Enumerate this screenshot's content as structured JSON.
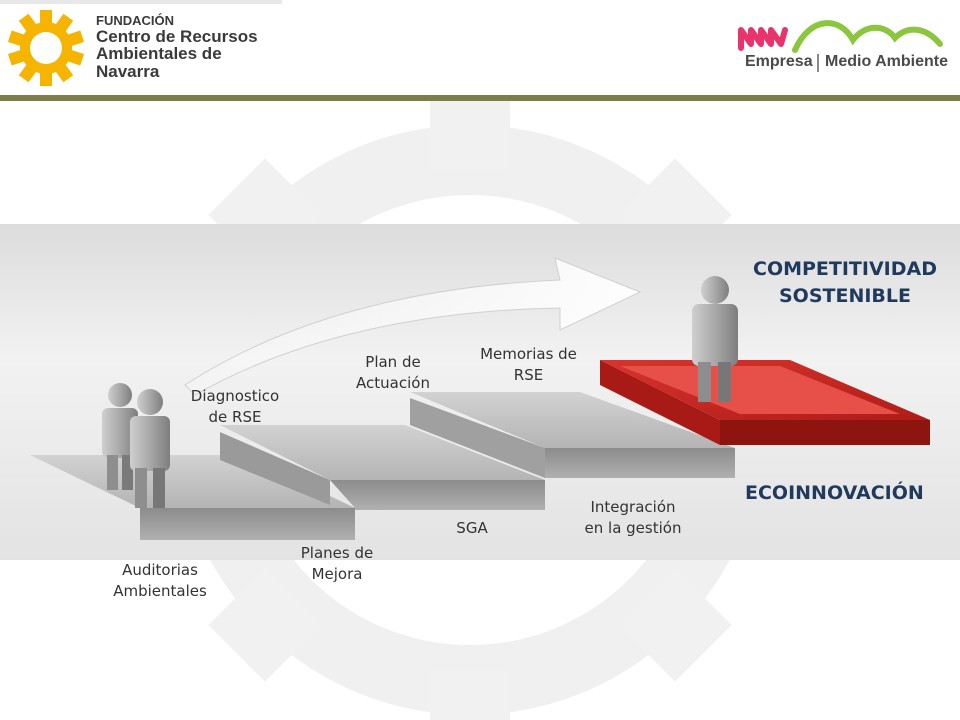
{
  "header": {
    "left_logo": {
      "line1": "FUNDACIÓN",
      "line2": "Centro de Recursos",
      "line3": "Ambientales de Navarra",
      "icon": "gear-icon",
      "color": "#f5b400"
    },
    "right_logo": {
      "word1": "Empresa",
      "word2": "Medio Ambiente",
      "colors": [
        "#e8336d",
        "#8cc63f"
      ]
    },
    "rule_color": "#7d7d4a"
  },
  "diagram": {
    "goal": {
      "line1": "COMPETITIVIDAD",
      "line2": "SOSTENIBLE"
    },
    "eco": "ECOINNOVACIÓN",
    "steps_top": {
      "diagnostico": [
        "Diagnostico",
        "de RSE"
      ],
      "plan": [
        "Plan de",
        "Actuación"
      ],
      "memorias": [
        "Memorias de",
        "RSE"
      ]
    },
    "steps_bottom": {
      "auditorias": [
        "Auditorias",
        "Ambientales"
      ],
      "planes": [
        "Planes de",
        "Mejora"
      ],
      "sga": "SGA",
      "integracion": [
        "Integración",
        "en la gestión"
      ]
    },
    "colors": {
      "title": "#1f3a5c",
      "platform": "#c0201f",
      "steps": "#9a9a9a"
    }
  }
}
